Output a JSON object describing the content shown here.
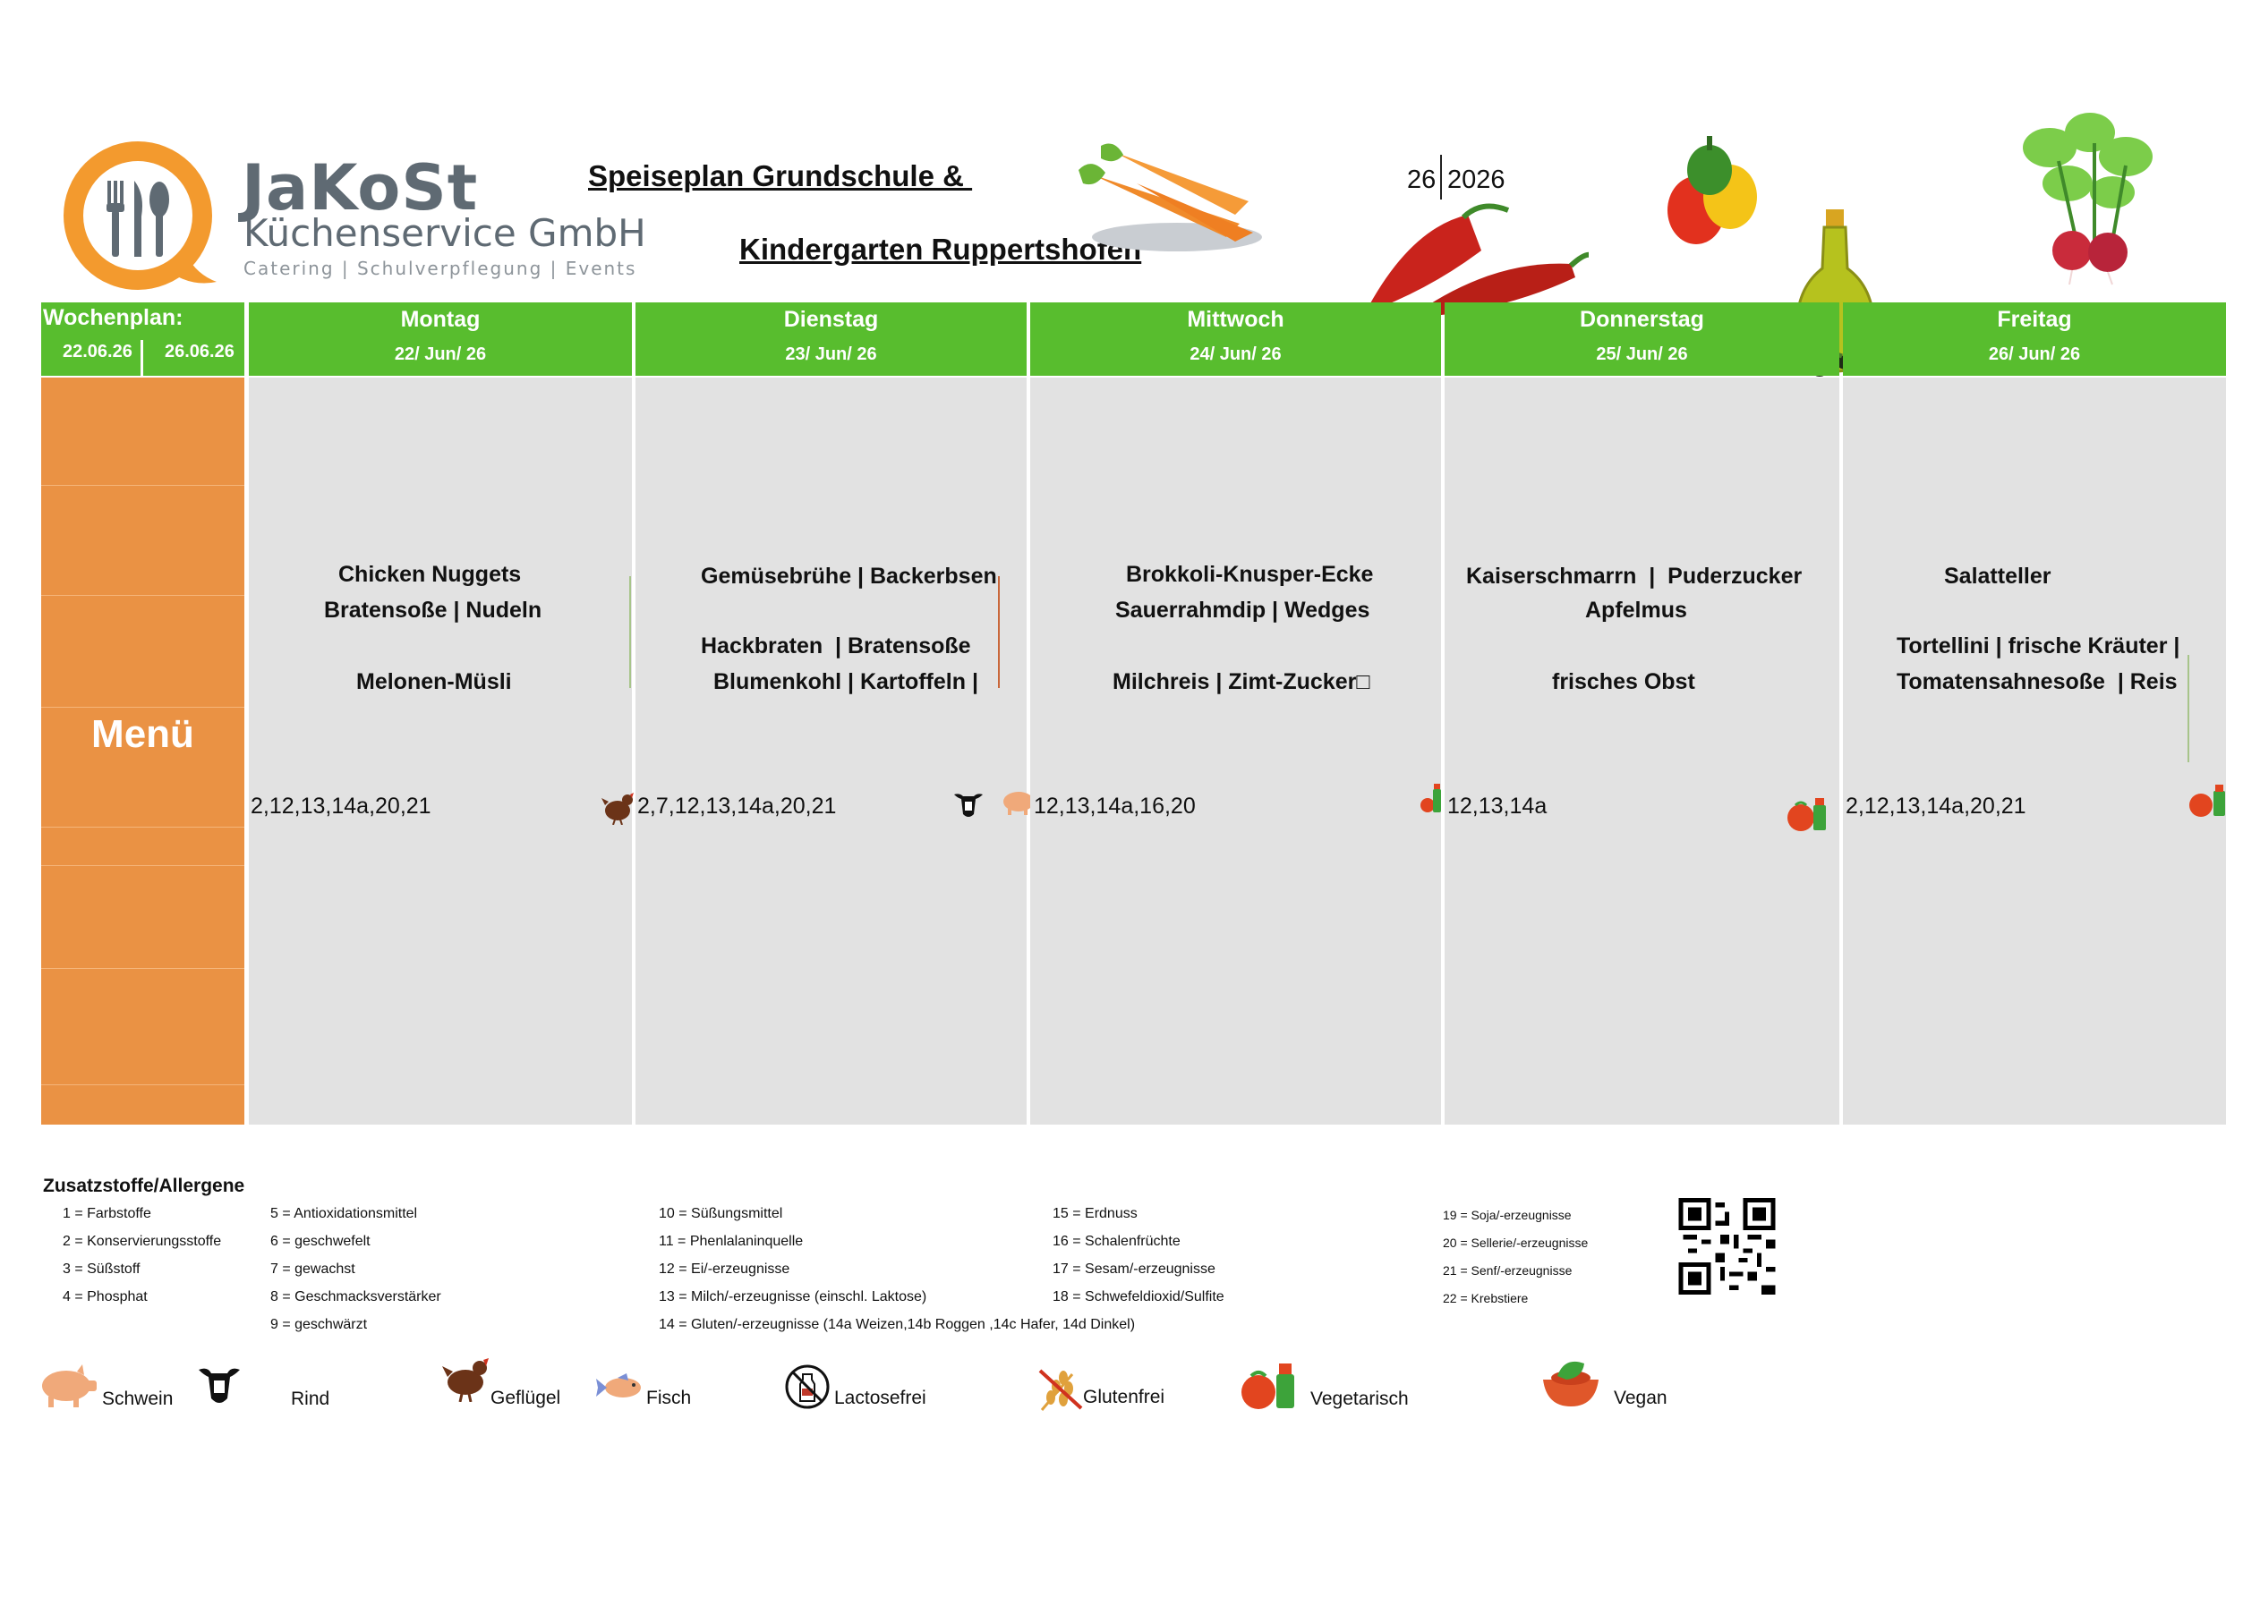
{
  "logo": {
    "brand": "JaKoSt",
    "company": "Küchenservice GmbH",
    "tagline": "Catering | Schulverpflegung | Events"
  },
  "header": {
    "title_line1": "Speiseplan Grundschule & ",
    "title_line2": "Kindergarten Ruppertshofen",
    "week_number": "26",
    "year": "2026"
  },
  "weekplan": {
    "label": "Wochenplan:",
    "start": "22.06.26",
    "end": "26.06.26",
    "row_label": "Menü"
  },
  "days": [
    {
      "name": "Montag",
      "date": "22/ Jun/ 26",
      "lines": [
        "Chicken Nuggets",
        "Bratensoße | Nudeln",
        "",
        "Melonen-Müsli"
      ],
      "allergens": "2,12,13,14a,20,21",
      "icons": [
        "gefluegel-icon"
      ]
    },
    {
      "name": "Dienstag",
      "date": "23/ Jun/ 26",
      "lines": [
        "Gemüsebrühe | Backerbsen",
        "",
        "Hackbraten  | Bratensoße",
        "Blumenkohl | Kartoffeln |"
      ],
      "allergens": "2,7,12,13,14a,20,21",
      "icons": [
        "rind-icon",
        "schwein-icon"
      ]
    },
    {
      "name": "Mittwoch",
      "date": "24/ Jun/ 26",
      "lines": [
        "Brokkoli-Knusper-Ecke",
        "Sauerrahmdip | Wedges",
        "",
        "Milchreis | Zimt-Zucker□"
      ],
      "allergens": "12,13,14a,16,20",
      "icons": [
        "vegetarisch-icon"
      ]
    },
    {
      "name": "Donnerstag",
      "date": "25/ Jun/ 26",
      "lines": [
        "Kaiserschmarrn  |  Puderzucker",
        "Apfelmus",
        "",
        "frisches Obst"
      ],
      "allergens": "12,13,14a",
      "icons": [
        "vegetarisch-icon"
      ]
    },
    {
      "name": "Freitag",
      "date": "26/ Jun/ 26",
      "lines": [
        "Salatteller",
        "",
        "Tortellini | frische Kräuter |",
        "Tomatensahnesoße  | Reis"
      ],
      "allergens": "2,12,13,14a,20,21",
      "icons": [
        "vegetarisch-icon"
      ]
    }
  ],
  "legend": {
    "title": "Zusatzstoffe/Allergene",
    "col1": [
      "1 = Farbstoffe",
      "2 = Konservierungsstoffe",
      "3 = Süßstoff",
      "4 = Phosphat"
    ],
    "col2": [
      "5 = Antioxidationsmittel",
      "6 = geschwefelt",
      "7 = gewachst",
      "8 = Geschmacksverstärker",
      "9 = geschwärzt"
    ],
    "col3": [
      "10 = Süßungsmittel",
      "11 = Phenlalaninquelle",
      "12 = Ei/-erzeugnisse",
      "13 = Milch/-erzeugnisse (einschl. Laktose)",
      "14 = Gluten/-erzeugnisse (14a Weizen,14b Roggen ,14c Hafer, 14d Dinkel)"
    ],
    "col4": [
      "15 = Erdnuss",
      "16 = Schalenfrüchte",
      "17 = Sesam/-erzeugnisse",
      "18 = Schwefeldioxid/Sulfite"
    ],
    "col5": [
      "19 = Soja/-erzeugnisse",
      "20 = Sellerie/-erzeugnisse",
      "21 = Senf/-erzeugnisse",
      "22 = Krebstiere"
    ]
  },
  "symbols": [
    "Schwein",
    "Rind",
    "Geflügel",
    "Fisch",
    "Lactosefrei",
    "Glutenfrei",
    "Vegetarisch",
    "Vegan"
  ],
  "colors": {
    "header_green": "#58bd2e",
    "menu_orange": "#ea9244",
    "cell_grey": "#e2e2e2",
    "brand_orange": "#f39a2e",
    "brand_grey": "#5f6a73"
  }
}
